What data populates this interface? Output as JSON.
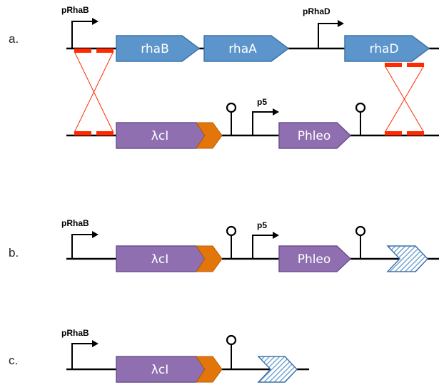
{
  "panels": {
    "a": "a.",
    "b": "b.",
    "c": "c."
  },
  "promoters": {
    "prhab": "pRhaB",
    "prhad": "pRhaD",
    "p5": "p5"
  },
  "genes": {
    "rhab": "rhaB",
    "rhaa": "rhaA",
    "rhad": "rhaD",
    "lambda_ci": "λcI",
    "phleo": "Phleo"
  },
  "colors": {
    "gene_blue": "#5b95cc",
    "gene_purple": "#8f6fb0",
    "chevron_orange": "#e2760a",
    "homology_red": "#ff2a00"
  }
}
